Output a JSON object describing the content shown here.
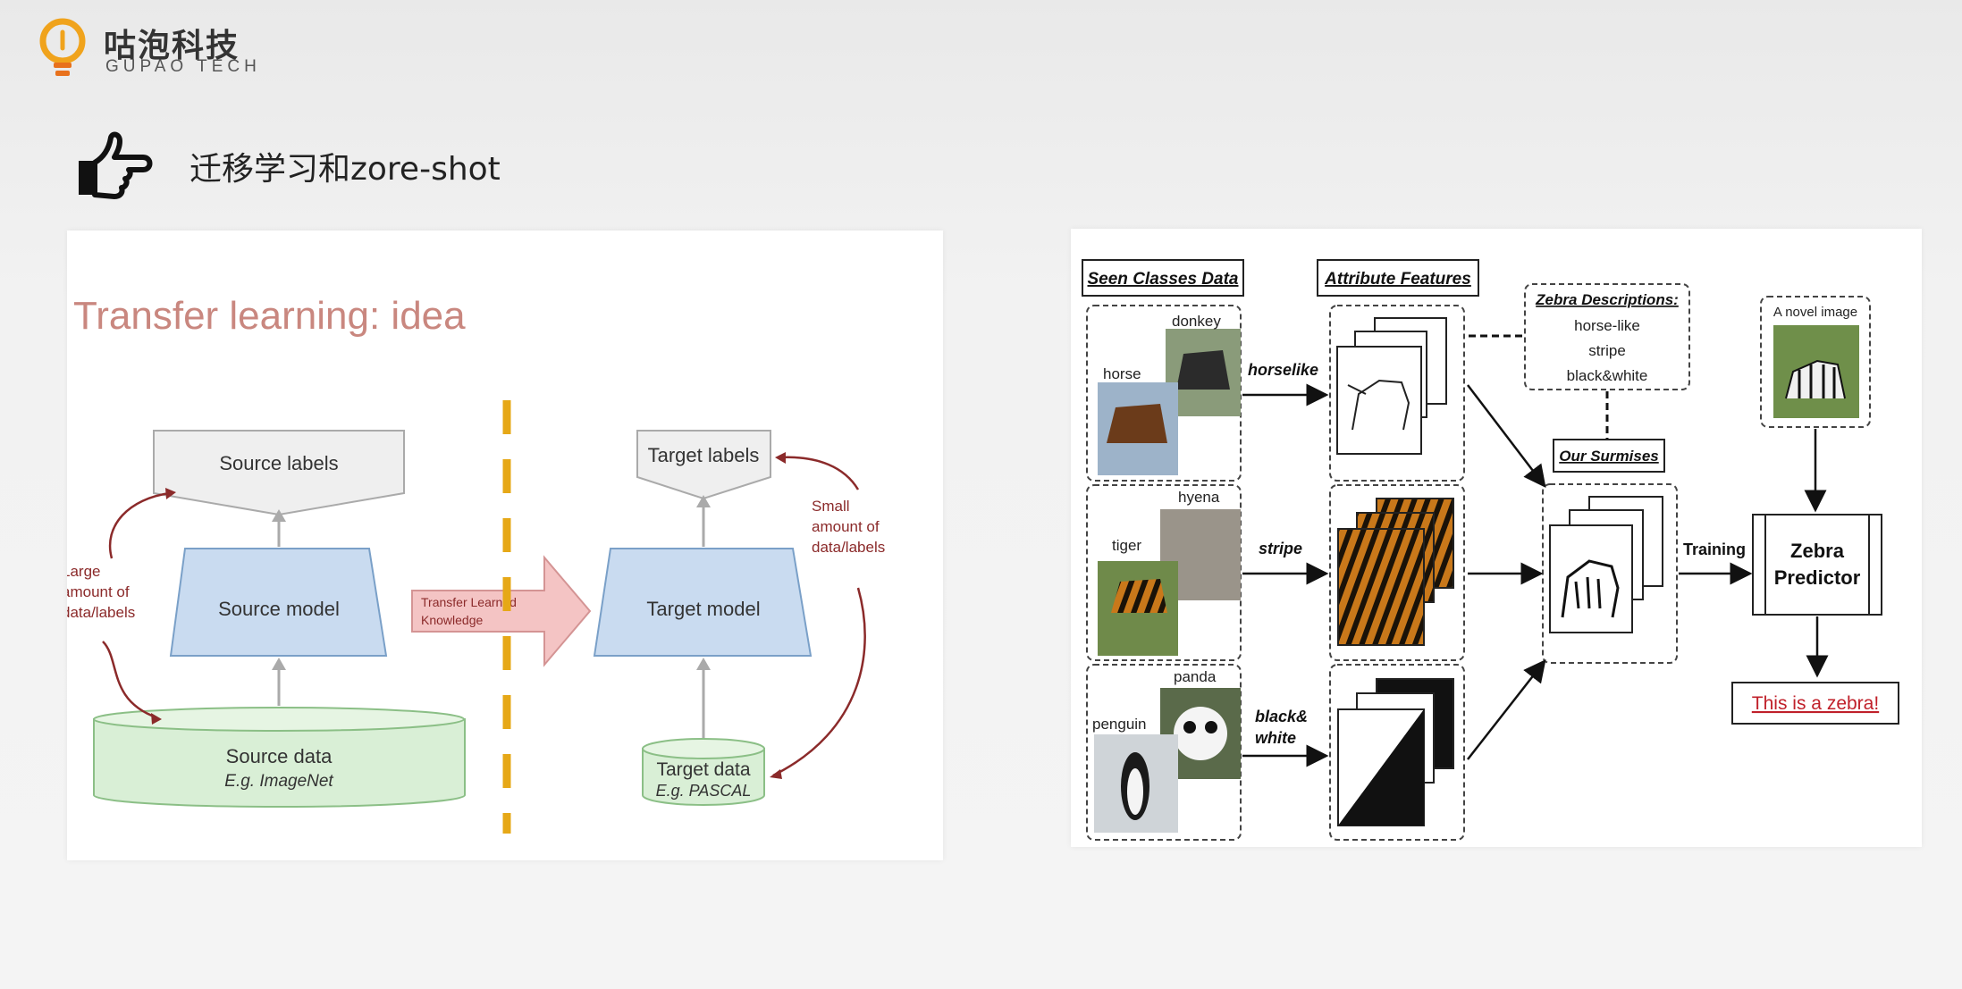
{
  "header": {
    "logo_cn": "咕泡科技",
    "logo_en": "GUPAO TECH",
    "slide_title": "迁移学习和zore-shot"
  },
  "left_diagram": {
    "title": "Transfer learning: idea",
    "source_labels": "Source labels",
    "source_model": "Source model",
    "source_data": "Source data",
    "source_data_eg": "E.g. ImageNet",
    "large_amount": [
      "Large",
      "amount of",
      "data/labels"
    ],
    "transfer_line1": "Transfer Learned",
    "transfer_line2": "Knowledge",
    "target_labels": "Target labels",
    "target_model": "Target model",
    "target_data": "Target data",
    "target_data_eg": "E.g. PASCAL",
    "small_amount": [
      "Small",
      "amount of",
      "data/labels"
    ]
  },
  "right_diagram": {
    "seen_classes": "Seen Classes Data",
    "attribute_features": "Attribute Features",
    "zebra_desc_title": "Zebra Descriptions:",
    "zebra_desc": [
      "horse-like",
      "stripe",
      "black&white"
    ],
    "novel_image": "A novel image",
    "our_surmises": "Our Surmises",
    "training": "Training",
    "predictor": [
      "Zebra",
      "Predictor"
    ],
    "result": "This is a zebra!",
    "animals": [
      "donkey",
      "horse",
      "hyena",
      "tiger",
      "panda",
      "penguin"
    ],
    "attr_horselike": "horselike",
    "attr_stripe": "stripe",
    "attr_bw": [
      "black&",
      "white"
    ]
  },
  "colors": {
    "title_rose": "#c9877f",
    "model_blue": "#c9dbf0",
    "data_green": "#d9efd6",
    "label_gray": "#efefef",
    "arrow_pink": "#f4c4c4",
    "annot_red": "#8b2a2a",
    "divider_orange": "#e6a817",
    "result_red": "#c0202a"
  }
}
